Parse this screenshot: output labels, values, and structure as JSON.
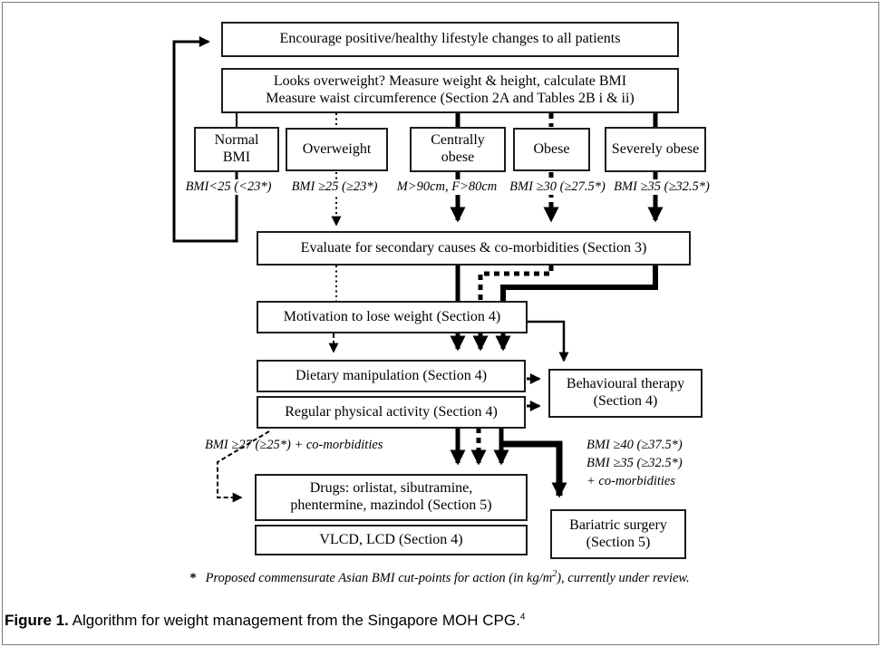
{
  "flowchart": {
    "encourage": "Encourage positive/healthy lifestyle changes to all patients",
    "assess": {
      "line1": "Looks overweight?  Measure weight & height, calculate BMI",
      "line2": "Measure waist circumference (Section 2A and Tables 2B i & ii)"
    },
    "categories": [
      {
        "label": "Normal BMI",
        "criteria": "BMI<25 (<23*)"
      },
      {
        "label": "Overweight",
        "criteria": "BMI ≥25 (≥23*)"
      },
      {
        "label": "Centrally obese",
        "criteria": "M>90cm, F>80cm"
      },
      {
        "label": "Obese",
        "criteria": "BMI ≥30 (≥27.5*)"
      },
      {
        "label": "Severely obese",
        "criteria": "BMI ≥35 (≥32.5*)"
      }
    ],
    "evaluate": "Evaluate for secondary causes & co-morbidities (Section 3)",
    "motivation": "Motivation to lose weight (Section 4)",
    "dietary": "Dietary manipulation (Section 4)",
    "physical": "Regular physical activity (Section 4)",
    "behavioural": "Behavioural therapy (Section 4)",
    "drugs": {
      "line1": "Drugs: orlistat, sibutramine,",
      "line2": "phentermine, mazindol (Section 5)"
    },
    "vlcd": "VLCD, LCD (Section 4)",
    "bariatric": "Bariatric surgery (Section 5)",
    "drug_criteria": "BMI ≥27 (≥25*) + co-morbidities",
    "surgery_criteria": [
      "BMI ≥40 (≥37.5*)",
      "BMI ≥35 (≥32.5*)",
      "+ co-morbidities"
    ]
  },
  "footnote": {
    "star": "*",
    "pre": "Proposed commensurate Asian BMI cut-points for action (in kg/m",
    "sup": "2",
    "post": "), currently under review."
  },
  "caption": {
    "label": "Figure 1.",
    "text": " Algorithm for weight management from the Singapore MOH CPG.",
    "sup": "4"
  },
  "colors": {
    "line": "#000000",
    "box_border": "#1c1c1c",
    "background": "#ffffff",
    "outer_border": "#7a7a7a"
  }
}
